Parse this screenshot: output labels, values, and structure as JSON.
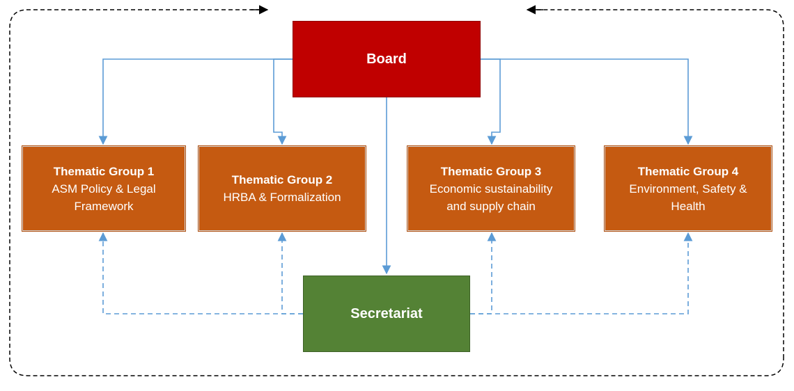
{
  "board": {
    "label": "Board"
  },
  "secretariat": {
    "label": "Secretariat"
  },
  "groups": [
    {
      "title": "Thematic Group 1",
      "lines": [
        "ASM Policy & Legal",
        "Framework"
      ]
    },
    {
      "title": "Thematic Group 2",
      "lines": [
        "HRBA & Formalization"
      ]
    },
    {
      "title": "Thematic Group 3",
      "lines": [
        "Economic sustainability",
        "and supply chain"
      ]
    },
    {
      "title": "Thematic Group 4",
      "lines": [
        "Environment, Safety &",
        "Health"
      ]
    }
  ],
  "colors": {
    "board": "#c00000",
    "secretariat": "#548235",
    "thematic_group": "#c55a11",
    "connector": "#5b9bd5",
    "feedback_loop": "#000000"
  }
}
